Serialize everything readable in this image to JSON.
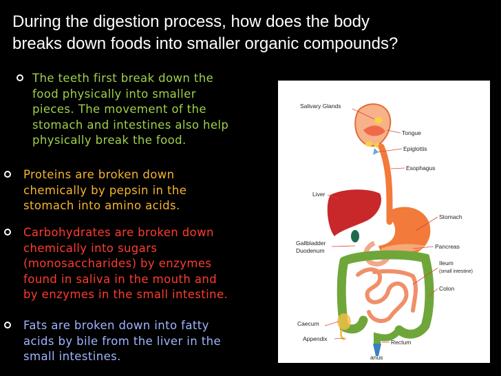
{
  "slide": {
    "title_lines": [
      "During the digestion process, how does the body",
      "breaks down foods into smaller organic compounds?"
    ]
  },
  "bullets": [
    {
      "color": "#9fd24a",
      "lines": [
        "The teeth first break down the",
        "food physically into smaller",
        "pieces.  The movement of the",
        "stomach and intestines also help",
        "physically break the food."
      ]
    },
    {
      "color": "#f7b52f",
      "lines": [
        "Proteins are broken down",
        "chemically by pepsin in the",
        "stomach into amino acids."
      ]
    },
    {
      "color": "#ff3b2f",
      "lines": [
        "Carbohydrates are broken down",
        "chemically into sugars",
        "(monosaccharides) by enzymes",
        "found in saliva in the mouth and",
        "by enzymes in the small intestine."
      ]
    },
    {
      "color": "#9fb6ff",
      "lines": [
        "Fats are broken down into fatty",
        "acids by bile from the liver in the",
        "small intestines."
      ]
    }
  ],
  "diagram": {
    "labels": {
      "salivary_glands": "Salivary Glands",
      "tongue": "Tongue",
      "epiglottis": "Epiglottis",
      "esophagus": "Esophagus",
      "liver": "Liver",
      "stomach": "Stomach",
      "gallbladder": "Gallbladder",
      "duodenum": "Duodenum",
      "pancreas": "Pancreas",
      "ileum": "Ileum",
      "ileum_sub": "(small intestine)",
      "colon": "Colon",
      "caecum": "Caecum",
      "appendix": "Appendix",
      "rectum": "Rectum",
      "anus": "anus"
    }
  }
}
